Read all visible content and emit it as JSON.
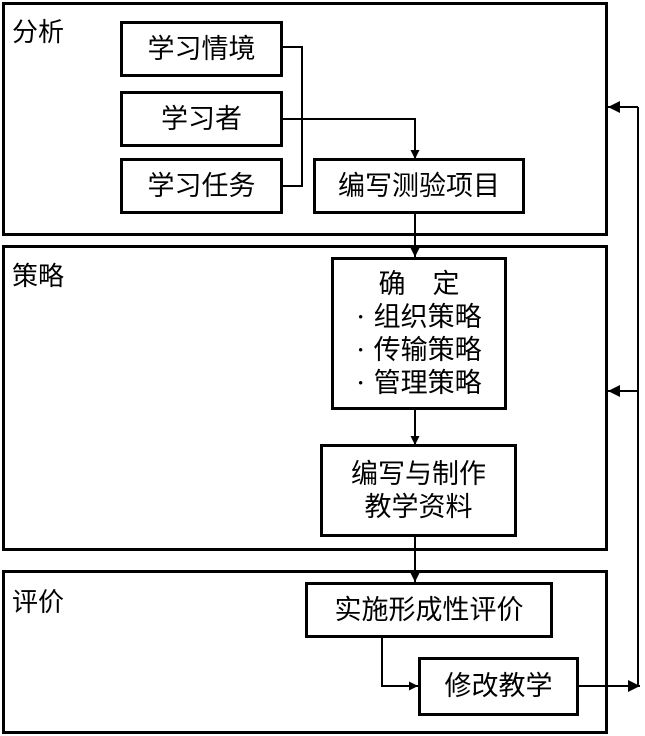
{
  "panels": {
    "analysis": {
      "label": "分析"
    },
    "strategy": {
      "label": "策略"
    },
    "evaluation": {
      "label": "评价"
    }
  },
  "nodes": {
    "learning_situation": "学习情境",
    "learner": "学习者",
    "learning_task": "学习任务",
    "write_test_items": "编写测验项目",
    "determine": {
      "title": "确　定",
      "items": [
        "· 组织策略",
        "· 传输策略",
        "· 管理策略"
      ]
    },
    "write_materials": {
      "line1": "编写与制作",
      "line2": "教学资料"
    },
    "formative_evaluation": "实施形成性评价",
    "revise_instruction": "修改教学"
  }
}
